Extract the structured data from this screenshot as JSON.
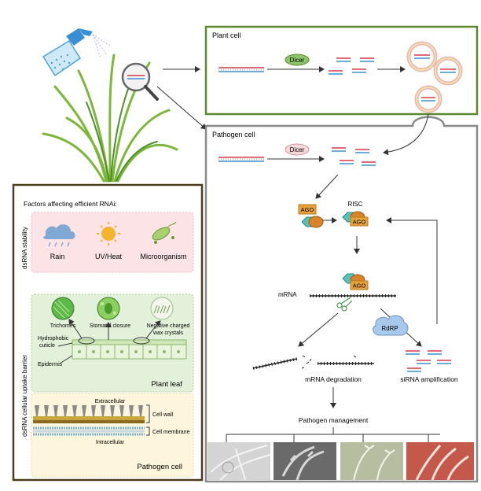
{
  "plant_cell": {
    "title": "Plant cell",
    "dicer": "Dicer"
  },
  "pathogen_cell": {
    "title": "Pathogen cell",
    "dicer": "Dicer",
    "ago": "AGO",
    "risc": "RISC",
    "ago_bound": "AGO",
    "mrna": "mRNA",
    "rdrp": "RdRP",
    "mrna_degradation": "mRNA degradation",
    "sirna_amplification": "siRNA amplification",
    "pathogen_management": "Pathogen management"
  },
  "factors": {
    "title": "Factors affecting efficient RNAi:",
    "stability_label": "dsRNA stability",
    "stability_items": [
      "Rain",
      "UV/Heat",
      "Microorganism"
    ],
    "uptake_label": "dsRNA cellular uptake barrier",
    "leaf": {
      "trichomes": "Trichomes",
      "stomatal_closure": "Stomatal closure",
      "wax_line1": "Negative charged",
      "wax_line2": "wax crystals",
      "cuticle_line1": "Hydrophobic",
      "cuticle_line2": "cuticle",
      "epidermis": "Epidermis",
      "caption": "Plant leaf"
    },
    "pathogen": {
      "extracellular": "Extracellular",
      "cell_wall": "Cell wall",
      "cell_membrane": "Cell membrane",
      "intracellular": "Intracellular",
      "caption": "Pathogen cell"
    }
  },
  "colors": {
    "plant_green": "#5b8a2e",
    "pathogen_gray": "#8a8a8a",
    "dsrna_red": "#d9384a",
    "dsrna_blue": "#3a8fd4",
    "stability_bg": "#fbe3e6",
    "leaf_bg": "#e3f1da",
    "pathogen_bg": "#fdf6dc"
  }
}
